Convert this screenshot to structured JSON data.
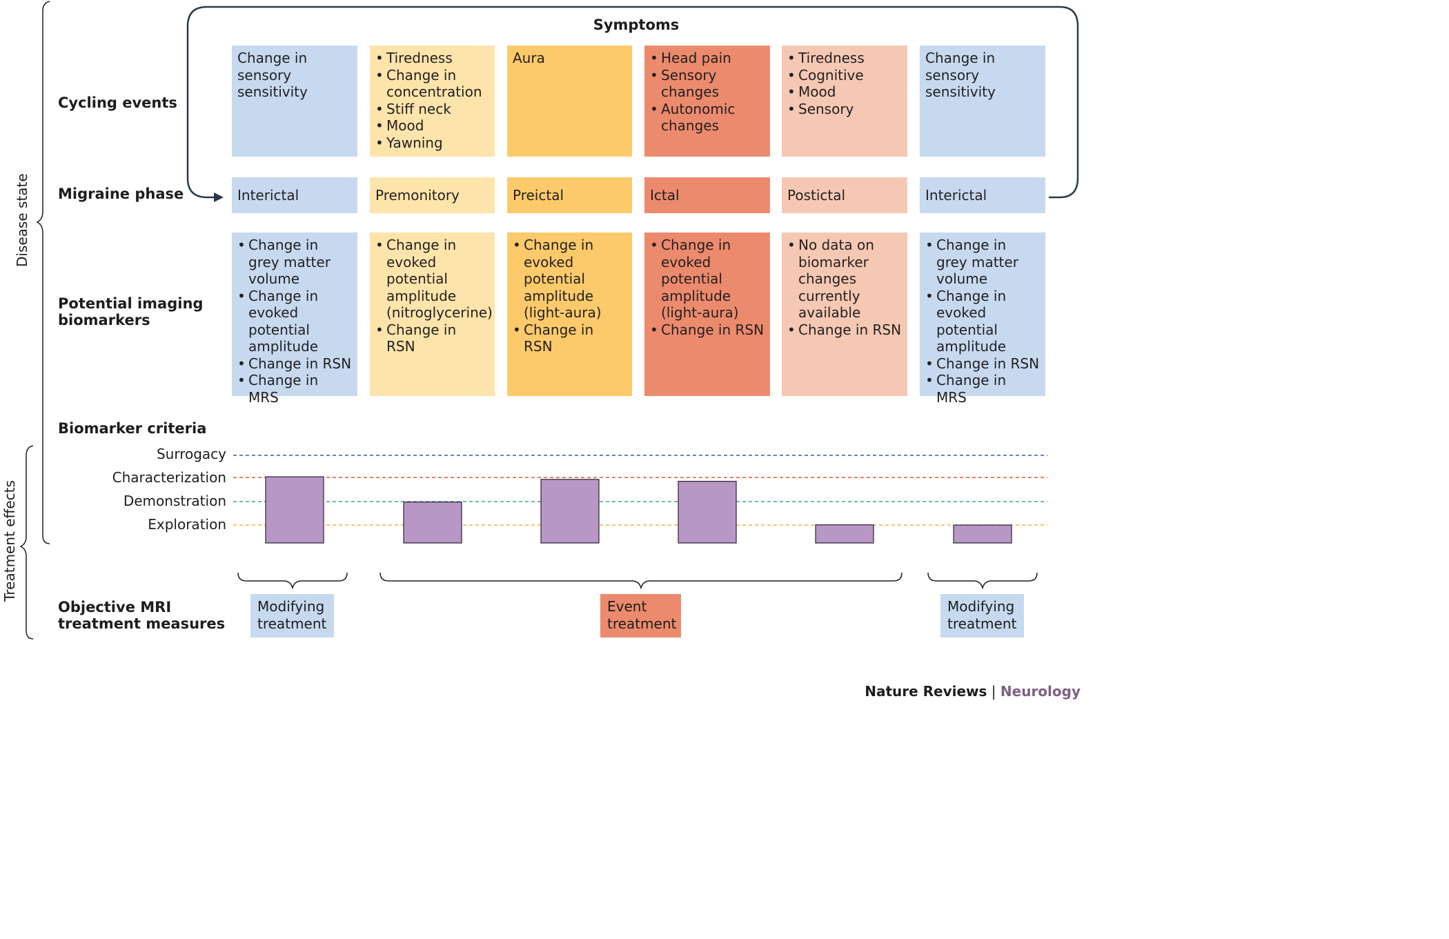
{
  "header": {
    "symptoms_title": "Symptoms"
  },
  "side_labels": {
    "disease_state": "Disease state",
    "treatment_effects": "Treatment effects"
  },
  "row_labels": {
    "cycling_events": "Cycling events",
    "migraine_phase": "Migraine phase",
    "imaging_line1": "Potential imaging",
    "imaging_line2": "biomarkers",
    "biomarker_criteria": "Biomarker criteria",
    "mri_line1": "Objective MRI",
    "mri_line2": "treatment measures"
  },
  "colors": {
    "interictal": "#c6d9ef",
    "premonitory": "#fde4ab",
    "preictal": "#fdca6b",
    "ictal": "#ec8a6d",
    "postictal": "#f5c8b3",
    "bar": "#b897c6"
  },
  "columns": [
    {
      "phase": "Interictal",
      "symptoms_text": "Change in sensory sensitivity",
      "symptoms_list": [],
      "biomarkers": [
        "Change in grey matter volume",
        "Change in evoked potential amplitude",
        "Change in RSN",
        "Change in MRS"
      ]
    },
    {
      "phase": "Premonitory",
      "symptoms_text": "",
      "symptoms_list": [
        "Tiredness",
        "Change in concentration",
        "Stiff neck",
        "Mood",
        "Yawning"
      ],
      "biomarkers": [
        "Change in evoked potential amplitude (nitroglycerine)",
        "Change in RSN"
      ]
    },
    {
      "phase": "Preictal",
      "symptoms_text": "Aura",
      "symptoms_list": [],
      "biomarkers": [
        "Change in evoked potential amplitude (light-aura)",
        "Change in RSN"
      ]
    },
    {
      "phase": "Ictal",
      "symptoms_text": "",
      "symptoms_list": [
        "Head pain",
        "Sensory changes",
        "Autonomic changes"
      ],
      "biomarkers": [
        "Change in evoked potential amplitude (light-aura)",
        "Change in RSN"
      ]
    },
    {
      "phase": "Postictal",
      "symptoms_text": "",
      "symptoms_list": [
        "Tiredness",
        "Cognitive",
        "Mood",
        "Sensory"
      ],
      "biomarkers": [
        "No data on biomarker changes currently available",
        "Change in RSN"
      ]
    },
    {
      "phase": "Interictal",
      "symptoms_text": "Change in sensory sensitivity",
      "symptoms_list": [],
      "biomarkers": [
        "Change in grey matter volume",
        "Change in evoked potential amplitude",
        "Change in RSN",
        "Change in MRS"
      ]
    }
  ],
  "chart_data": {
    "type": "bar",
    "categories": [
      "Interictal",
      "Premonitory",
      "Preictal",
      "Ictal",
      "Postictal",
      "Interictal"
    ],
    "criteria_levels": [
      "Surrogacy",
      "Characterization",
      "Demonstration",
      "Exploration"
    ],
    "level_colors": [
      "#3a5a9a",
      "#e2533a",
      "#3aa394",
      "#f0b233"
    ],
    "level_values": {
      "Surrogacy": 4,
      "Characterization": 3,
      "Demonstration": 2,
      "Exploration": 1
    },
    "values": [
      3.03,
      1.98,
      2.92,
      2.84,
      1.01,
      1.0
    ],
    "note_values": "Bar tops read against the dashed criteria lines (0 = bar baseline)"
  },
  "treatments": [
    {
      "line1": "Modifying",
      "line2": "treatment",
      "color": "#c6d9ef"
    },
    {
      "line1": "Event",
      "line2": "treatment",
      "color": "#ec8a6d"
    },
    {
      "line1": "Modifying",
      "line2": "treatment",
      "color": "#c6d9ef"
    }
  ],
  "footer": {
    "journal": "Nature Reviews",
    "separator": "|",
    "section": "Neurology"
  }
}
